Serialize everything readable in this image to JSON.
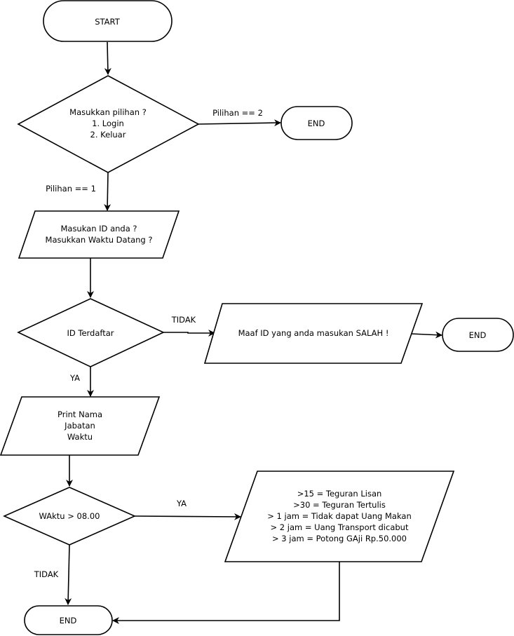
{
  "nodes": {
    "start": "START",
    "menu_decision": [
      "Masukkan pilihan ?",
      "1. Login",
      "2. Keluar"
    ],
    "end_exit": "END",
    "input_id": [
      "Masukan ID anda ?",
      "Masukkan Waktu Datang ?"
    ],
    "id_decision": "ID Terdaftar",
    "wrong_id": "Maaf ID yang anda masukan SALAH !",
    "end_wrong_id": "END",
    "print_info": [
      "Print Nama",
      "Jabatan",
      "Waktu"
    ],
    "time_decision": "WAktu > 08.00",
    "penalty": [
      ">15 = Teguran Lisan",
      ">30 = Teguran Tertulis",
      "> 1 jam = Tidak dapat Uang Makan",
      "> 2 jam = Uang Transport dicabut",
      "> 3 jam = Potong GAji Rp.50.000"
    ],
    "end_final": "END"
  },
  "edge_labels": {
    "choice_2": "Pilihan == 2",
    "choice_1": "Pilihan == 1",
    "id_no": "TIDAK",
    "id_yes": "YA",
    "late_yes": "YA",
    "late_no": "TIDAK"
  }
}
